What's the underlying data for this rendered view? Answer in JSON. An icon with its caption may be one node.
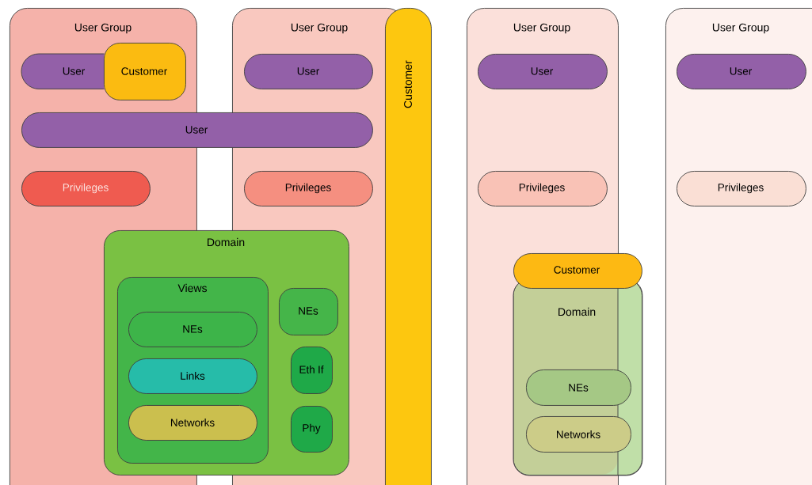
{
  "diagram": {
    "nodes": [
      {
        "text": [
          "User Group"
        ]
      },
      {
        "text": [
          "User"
        ],
        "in": 0
      },
      {
        "text": [
          "Customer"
        ],
        "in": 0
      },
      {
        "text": [
          "User Group"
        ]
      },
      {
        "text": [
          "User"
        ],
        "in": 3
      },
      {
        "text": [
          "Customer"
        ]
      },
      {
        "text": [
          "User"
        ]
      },
      {
        "text": [
          "Privileges"
        ],
        "in": 0
      },
      {
        "text": [
          "Privileges"
        ],
        "in": 3
      },
      {
        "text": [
          "Domain"
        ]
      },
      {
        "text": [
          "Views"
        ],
        "in": 9
      },
      {
        "text": [
          "NEs"
        ],
        "in": 10
      },
      {
        "text": [
          "Links"
        ],
        "in": 10
      },
      {
        "text": [
          "Networks"
        ],
        "in": 10
      },
      {
        "text": [
          "NEs"
        ]
      },
      {
        "text": [
          "Eth If"
        ]
      },
      {
        "text": [
          "Phy"
        ]
      },
      {
        "text": [
          "User Group"
        ]
      },
      {
        "text": [
          "User"
        ],
        "in": 17
      },
      {
        "text": [
          "Privileges"
        ],
        "in": 17
      },
      {
        "text": [
          "Customer"
        ]
      },
      {
        "text": [
          "Domain"
        ]
      },
      {
        "text": [
          "NEs"
        ],
        "in": 21
      },
      {
        "text": [
          "Networks"
        ],
        "in": 21
      },
      {
        "text": [
          "User Group"
        ]
      },
      {
        "text": [
          "User"
        ],
        "in": 24
      },
      {
        "text": [
          "Privileges"
        ],
        "in": 24
      }
    ]
  }
}
